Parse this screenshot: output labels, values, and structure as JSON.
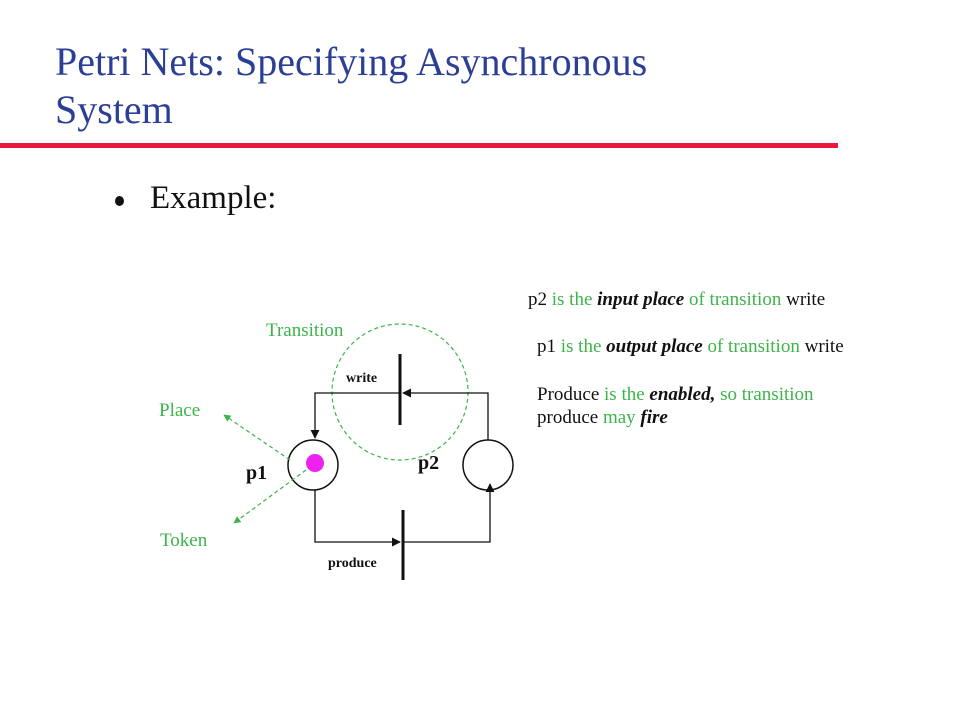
{
  "slide": {
    "title_line1": "Petri Nets: Specifying Asynchronous",
    "title_line2": "System",
    "bullet": "Example:"
  },
  "diagram": {
    "transition_label": "Transition",
    "place_label": "Place",
    "token_label": "Token",
    "p1": "p1",
    "p2": "p2",
    "write": "write",
    "produce": "produce"
  },
  "notes": {
    "n1": {
      "a": "p2",
      "b": " is the ",
      "c": "input place",
      "d": " of transition ",
      "e": "write"
    },
    "n2": {
      "a": "p1",
      "b": " is the ",
      "c": "output place",
      "d": " of transition ",
      "e": "write"
    },
    "n3": {
      "a": "Produce",
      "b": " is the ",
      "c": "enabled,",
      "d": " so transition",
      "e": "produce",
      "f": " may ",
      "g": "fire"
    }
  },
  "colors": {
    "title": "#2b3f96",
    "rule": "#e8193c",
    "annotation": "#3cb44a",
    "token": "#ee22ee"
  }
}
